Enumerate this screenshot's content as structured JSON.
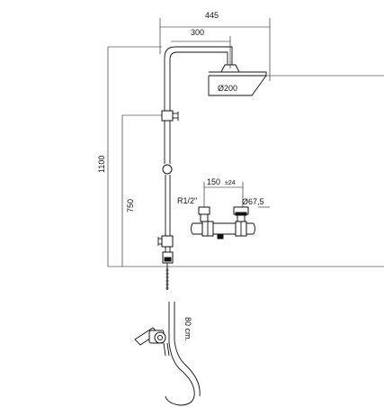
{
  "dimensions": {
    "overall_width": "445",
    "arm_length": "300",
    "head_diameter": "Ø200",
    "total_height": "1100",
    "fixing_height": "750",
    "inlet_centres": "150",
    "inlet_tolerance": "±24",
    "inlet_thread": "R1/2\"",
    "escutcheon_diameter": "Ø67,5",
    "hose_length": "80 cm."
  }
}
